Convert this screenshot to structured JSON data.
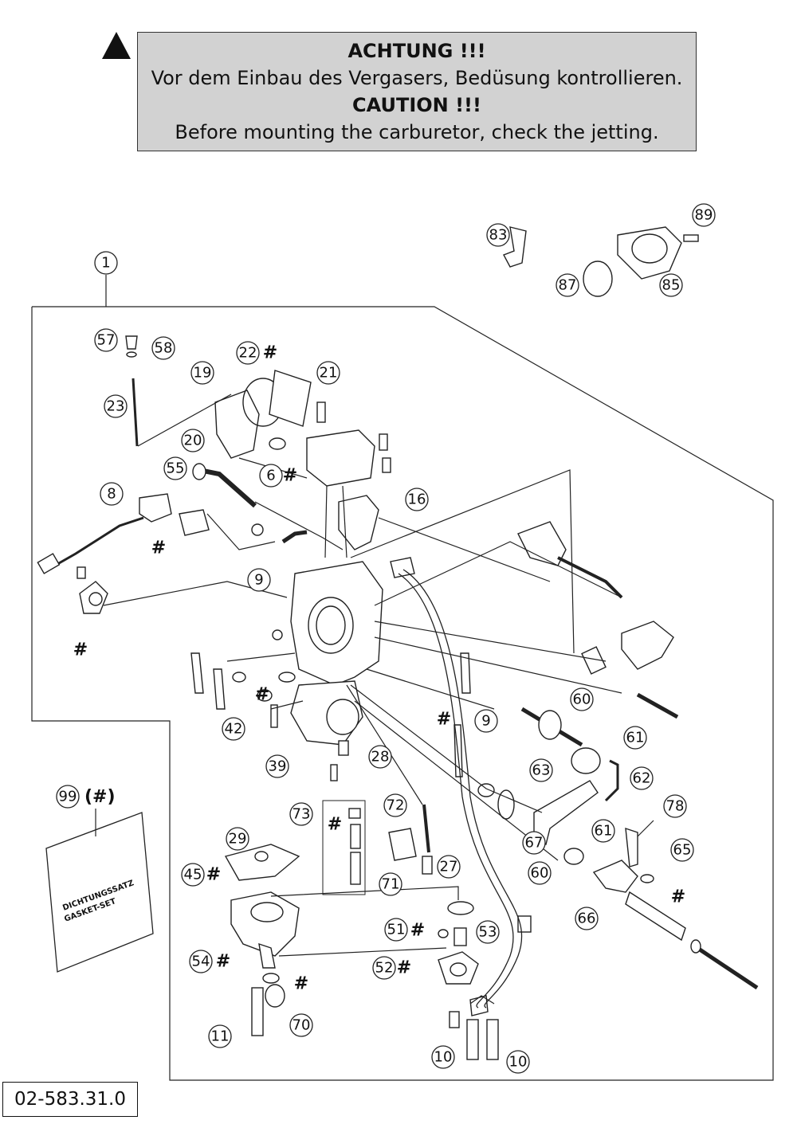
{
  "warning": {
    "title_de": "ACHTUNG !!!",
    "text_de": "Vor dem Einbau des Vergasers, Bedüsung kontrollieren.",
    "title_en": "CAUTION !!!",
    "text_en": "Before mounting the carburetor, check the jetting."
  },
  "callouts": {
    "c1": "1",
    "c6": "6",
    "c8": "8",
    "c9a": "9",
    "c9b": "9",
    "c10a": "10",
    "c10b": "10",
    "c11": "11",
    "c16": "16",
    "c19": "19",
    "c20": "20",
    "c21": "21",
    "c22": "22",
    "c23": "23",
    "c27": "27",
    "c28": "28",
    "c29": "29",
    "c39": "39",
    "c42": "42",
    "c45": "45",
    "c51": "51",
    "c52": "52",
    "c53": "53",
    "c54": "54",
    "c55": "55",
    "c57": "57",
    "c58": "58",
    "c60a": "60",
    "c60b": "60",
    "c61a": "61",
    "c61b": "61",
    "c62": "62",
    "c63": "63",
    "c65": "65",
    "c66": "66",
    "c67": "67",
    "c70": "70",
    "c71": "71",
    "c72": "72",
    "c73": "73",
    "c78": "78",
    "c83": "83",
    "c85": "85",
    "c87": "87",
    "c89": "89",
    "c99": "99"
  },
  "hash_mark": "#",
  "kit": {
    "label": "(#)",
    "bag_text_1": "DICHTUNGSSATZ",
    "bag_text_2": "GASKET-SET"
  },
  "part_code": "02-583.31.0"
}
